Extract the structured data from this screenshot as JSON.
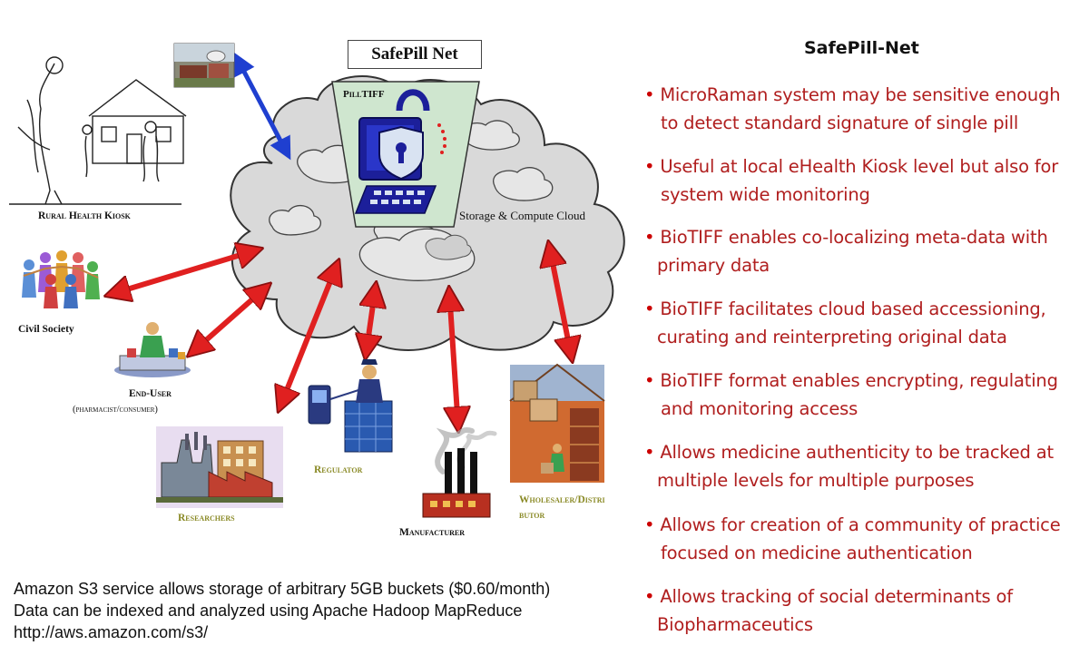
{
  "diagram": {
    "title_box": "SafePill Net",
    "cloud_label": "Storage & Compute Cloud",
    "pilltiff_label": "PillTIFF",
    "nodes": {
      "rural_kiosk": "Rural Health Kiosk",
      "civil_society": "Civil Society",
      "end_user": "End-User",
      "end_user_sub": "(pharmacist/consumer)",
      "researchers": "Researchers",
      "regulator": "Regulator",
      "manufacturer": "Manufacturer",
      "wholesaler": "Wholesaler/Distri",
      "wholesaler_2": "butor"
    },
    "colors": {
      "cloud_fill": "#d9d9d9",
      "cloud_stroke": "#333333",
      "red_arrow": "#e02020",
      "blue_arrow": "#1f3fd0",
      "bullet_text": "#b01e1e",
      "computer_blue": "#1c1f9a",
      "panel_green": "#cfe6cf"
    }
  },
  "panel": {
    "title": "SafePill-Net",
    "bullets": [
      {
        "l1": "MicroRaman system may be sensitive enough",
        "l2": "to detect standard signature of single pill"
      },
      {
        "l1": "Useful at local eHealth Kiosk level but also for",
        "l2": "system wide monitoring"
      },
      {
        "l1": "BioTIFF enables co-localizing meta-data with",
        "l2": "primary data"
      },
      {
        "l1": "BioTIFF facilitates cloud based accessioning,",
        "l2": "curating and reinterpreting original data"
      },
      {
        "l1": "BioTIFF format enables encrypting, regulating",
        "l2": "and monitoring access"
      },
      {
        "l1": "Allows medicine authenticity to be tracked at",
        "l2": "multiple levels for multiple purposes"
      },
      {
        "l1": "Allows for creation of a community of practice",
        "l2": "focused on medicine authentication"
      },
      {
        "l1": "Allows  tracking of social determinants of",
        "l2": "Biopharmaceutics"
      }
    ]
  },
  "footer": {
    "line1": "Amazon S3 service allows storage of arbitrary 5GB buckets ($0.60/month)",
    "line2": "Data can be indexed and analyzed using Apache Hadoop MapReduce",
    "line3": "http://aws.amazon.com/s3/"
  }
}
